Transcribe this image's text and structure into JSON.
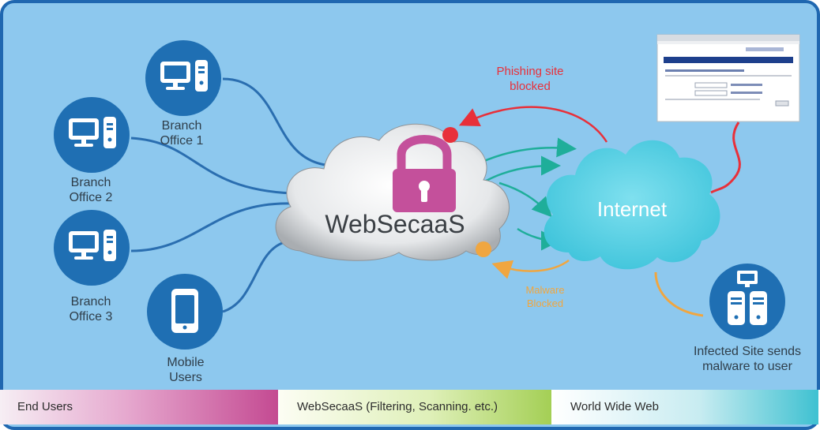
{
  "nodes": {
    "branch1": "Branch\nOffice 1",
    "branch2": "Branch\nOffice 2",
    "branch3": "Branch\nOffice 3",
    "mobile": "Mobile\nUsers",
    "infected": "Infected Site sends\nmalware to user"
  },
  "center_cloud": "WebSecaaS",
  "internet_cloud": "Internet",
  "phishing_label": "Phishing site\nblocked",
  "malware_label": "Malware\nBlocked",
  "legend": {
    "users": "End Users",
    "websecaas": "WebSecaaS (Filtering, Scanning. etc.)",
    "www": "World Wide Web"
  },
  "colors": {
    "background": "#8dc8ee",
    "border": "#1f67b0",
    "node_fill": "#1f6fb3",
    "lock": "#c4509b",
    "phishing": "#e8303a",
    "malware": "#f0a640",
    "traffic": "#1fae9a",
    "internet_cloud": "#5fd0e2"
  },
  "icons": [
    "computer-icon",
    "mobile-phone-icon",
    "lock-icon",
    "server-icon",
    "browser-screenshot"
  ]
}
